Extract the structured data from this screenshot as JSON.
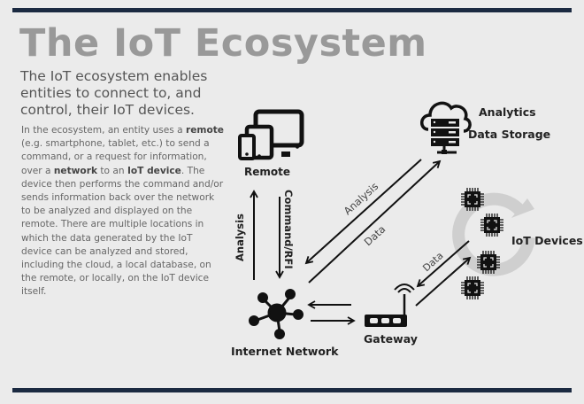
{
  "title": "The IoT Ecosystem",
  "lead": "The IoT ecosystem enables entities to connect to, and control, their IoT devices.",
  "body": {
    "p1": "In the ecosystem, an entity uses a ",
    "b1": "remote",
    "p2": " (e.g. smartphone, tablet, etc.) to send a command, or a request for information, over a ",
    "b2": "network",
    "p3": " to an ",
    "b3": "IoT device",
    "p4": ". The device then performs the command and/or sends information back over the network to be analyzed and displayed on the remote. There are multiple locations in which the data generated by the IoT device can be analyzed and stored, including the cloud, a local database, on the remote, or locally, on the IoT device itself."
  },
  "colors": {
    "accent_bar": "#1b2a41",
    "background": "#ebebeb",
    "title": "#999999",
    "icon": "#111111",
    "cycle_arrow": "#cfcfcf"
  },
  "nodes": {
    "remote": {
      "label": "Remote",
      "icon": "devices-icon"
    },
    "network": {
      "label": "Internet Network",
      "icon": "network-hub-icon"
    },
    "gateway": {
      "label": "Gateway",
      "icon": "router-icon"
    },
    "analytics": {
      "label_1": "Analytics",
      "label_2": "Data Storage",
      "icon": "cloud-server-icon"
    },
    "iot": {
      "label": "IoT Devices",
      "icon": "chip-icon",
      "count": 4
    }
  },
  "edges": {
    "remote_network_up": "Analysis",
    "remote_network_down": "Command/RFI",
    "network_cloud_down": "Analysis",
    "network_cloud_up": "Data",
    "gateway_iot": "Data"
  }
}
